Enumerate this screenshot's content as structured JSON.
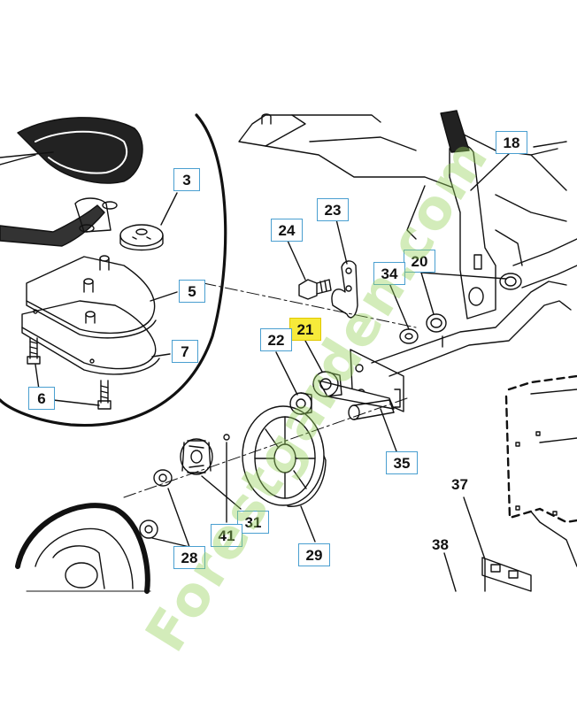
{
  "diagram": {
    "callouts": [
      {
        "id": "3",
        "label": "3"
      },
      {
        "id": "5",
        "label": "5"
      },
      {
        "id": "6",
        "label": "6"
      },
      {
        "id": "7",
        "label": "7"
      },
      {
        "id": "18",
        "label": "18"
      },
      {
        "id": "20",
        "label": "20"
      },
      {
        "id": "21",
        "label": "21",
        "highlighted": true
      },
      {
        "id": "22",
        "label": "22"
      },
      {
        "id": "23",
        "label": "23"
      },
      {
        "id": "24",
        "label": "24"
      },
      {
        "id": "28",
        "label": "28"
      },
      {
        "id": "29",
        "label": "29"
      },
      {
        "id": "31",
        "label": "31"
      },
      {
        "id": "34",
        "label": "34"
      },
      {
        "id": "35",
        "label": "35"
      },
      {
        "id": "41",
        "label": "41"
      }
    ],
    "plain_labels": [
      {
        "id": "37",
        "label": "37"
      },
      {
        "id": "38",
        "label": "38"
      }
    ],
    "highlight_color": "#f7ea3a",
    "callout_border_color": "#4a9fd0"
  },
  "watermark": {
    "text": "Forestgarden.com",
    "color": "#96d25a"
  }
}
